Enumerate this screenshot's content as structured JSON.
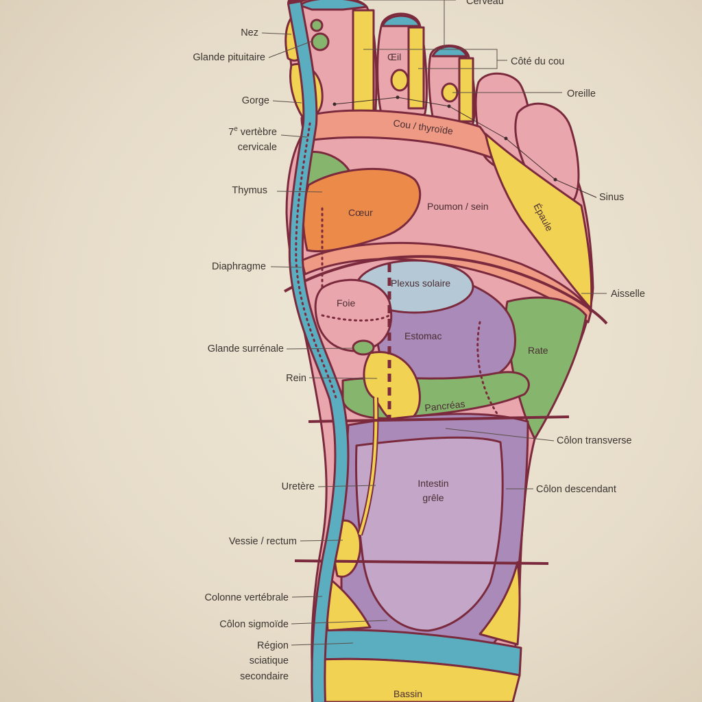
{
  "labels": {
    "cerveau": "Cerveau",
    "nez": "Nez",
    "glande_pituitaire": "Glande pituitaire",
    "gorge": "Gorge",
    "vertebre_num": "7",
    "vertebre_sup": "e",
    "vertebre_rest": " vertèbre",
    "cervicale": "cervicale",
    "thymus": "Thymus",
    "diaphragme": "Diaphragme",
    "glande_surrenale": "Glande surrénale",
    "rein": "Rein",
    "uretere": "Uretère",
    "vessie_rectum": "Vessie / rectum",
    "colonne_vertebrale": "Colonne vertébrale",
    "colon_sigmoide": "Côlon sigmoïde",
    "region": "Région",
    "sciatique": "sciatique",
    "secondaire": "secondaire",
    "oeil": "Œil",
    "cote_du_cou": "Côté du cou",
    "oreille": "Oreille",
    "cou_thyroide": "Cou / thyroïde",
    "sinus": "Sinus",
    "epaule": "Épaule",
    "coeur": "Cœur",
    "poumon_sein": "Poumon / sein",
    "aisselle": "Aisselle",
    "plexus_solaire": "Plexus solaire",
    "foie": "Foie",
    "estomac": "Estomac",
    "rate": "Rate",
    "pancreas": "Pancréas",
    "colon_transverse": "Côlon transverse",
    "intestin": "Intestin",
    "grele": "grêle",
    "colon_descendant": "Côlon descendant",
    "bassin": "Bassin"
  },
  "colors": {
    "pink": "#eaa6ad",
    "yellow": "#f2d253",
    "orange": "#ec8a4a",
    "blue": "#5aaec0",
    "green": "#86b56e",
    "purple": "#a98ab8",
    "lightblue": "#b4c8d6",
    "salmon": "#ee9a84",
    "outline": "#7a2a3c"
  }
}
